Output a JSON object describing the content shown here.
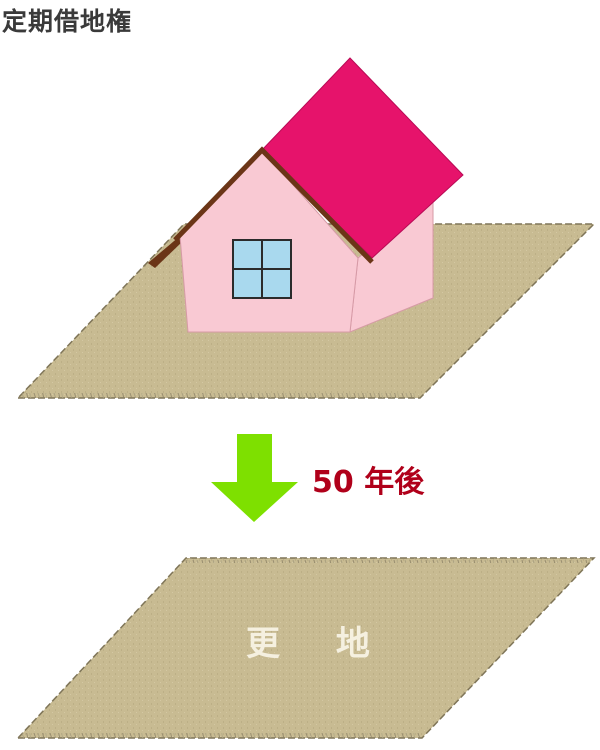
{
  "title": "定期借地権",
  "transition": {
    "label": "50 年後",
    "label_color": "#b0001a",
    "arrow_color": "#7ee000"
  },
  "before": {
    "house": {
      "roof_color": "#e6136b",
      "wall_color": "#f9c9d3",
      "trim_color": "#6b3517",
      "window_color": "#a9d9ee"
    },
    "lot_color": "#c8bb92"
  },
  "after": {
    "label": "更 地",
    "label_color": "#f5f0e0",
    "lot_color": "#c8bb92"
  },
  "icons": {
    "arrow": "arrow-down-icon",
    "house": "house-icon"
  }
}
